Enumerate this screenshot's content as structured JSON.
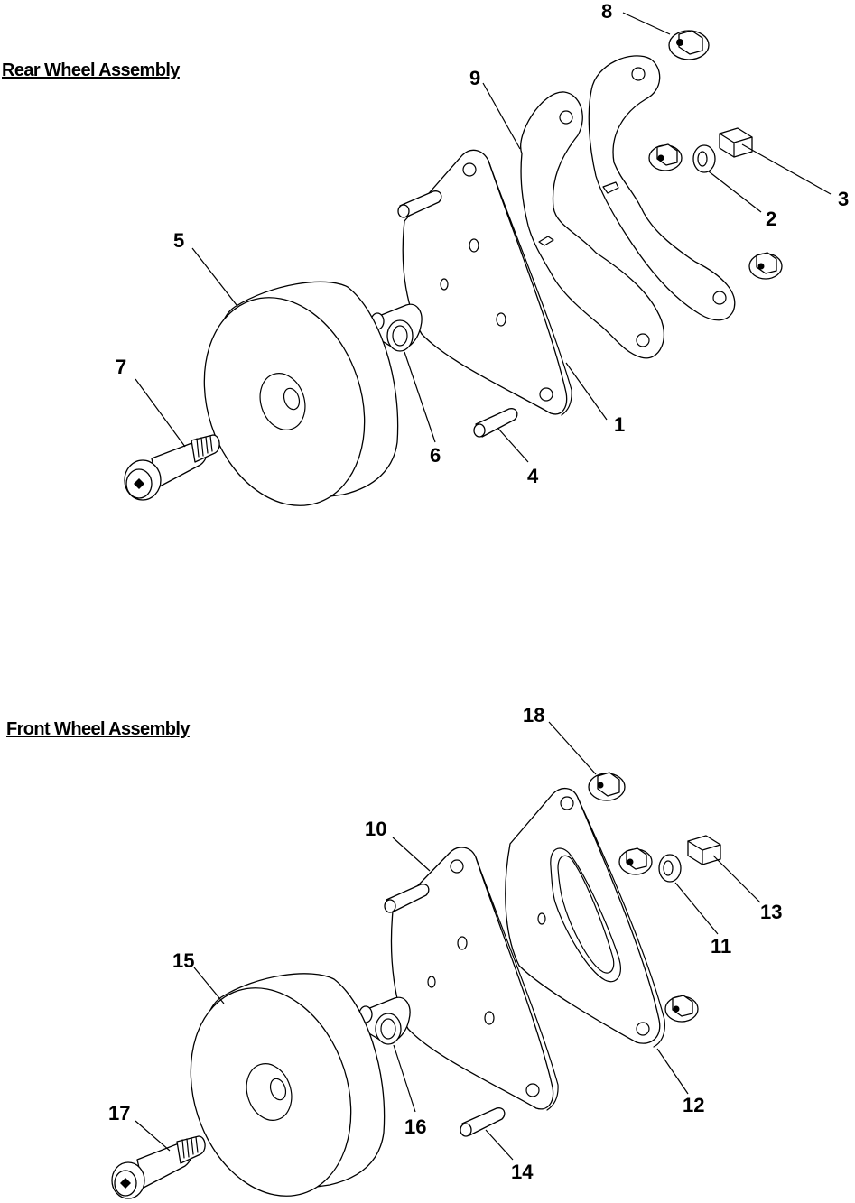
{
  "sections": {
    "rear": {
      "title": "Rear Wheel Assembly"
    },
    "front": {
      "title": "Front Wheel Assembly"
    }
  },
  "callouts": {
    "rear": [
      "1",
      "2",
      "3",
      "4",
      "5",
      "6",
      "7",
      "8",
      "9"
    ],
    "front": [
      "10",
      "11",
      "12",
      "13",
      "14",
      "15",
      "16",
      "17",
      "18"
    ]
  },
  "colors": {
    "line": "#000000",
    "background": "#ffffff"
  }
}
